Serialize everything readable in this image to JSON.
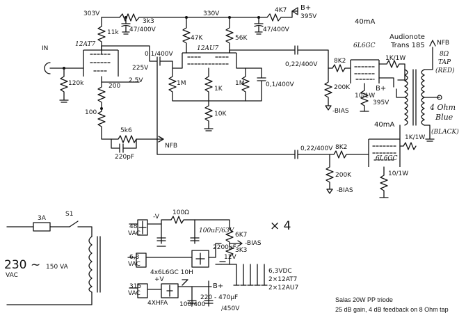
{
  "labels": {
    "v303": "303V",
    "r3k3": "3k3",
    "v330": "330V",
    "r4k7": "4K7",
    "bplus1": "B+",
    "v395a": "395V",
    "c47a": "47/400V",
    "c47b": "47/400V",
    "r11k": "11k",
    "t12at7": "12AT7",
    "r47k": "47K",
    "t12au7": "12AU7",
    "r56k": "56K",
    "ma40a": "40mA",
    "audionote": "Audionote",
    "trans185": "Trans 185",
    "nfb1": "NFB",
    "ohm8": "8Ω",
    "tap": "TAP",
    "red": "(RED)",
    "in": "IN",
    "c01": "0,1/400V",
    "v225": "225V",
    "c022a": "0,22/400V",
    "r8k2a": "8K2",
    "t6l6gca": "6L6GC",
    "r1k1w": "1K/1W",
    "r120k": "120k",
    "r200": "200",
    "v25": "2.5V",
    "r1ma": "1M",
    "r1k": "1K",
    "r1mb": "1M",
    "c01b": "0,1/400V",
    "r200ka": "200K",
    "r10w": "10/1W",
    "bplus2": "B+",
    "v395b": "395V",
    "ohm4": "4 Ohm",
    "blue": "Blue",
    "bias1": "-BIAS",
    "r100": "100",
    "r10k": "10K",
    "ma40b": "40mA",
    "r5k6": "5k6",
    "nfb2": "NFB",
    "c220": "220pF",
    "black": "(BLACK)",
    "c022b": "0,22/400V",
    "r8k2b": "8K2",
    "r1k1wb": "1K/1W",
    "t6l6gcb": "6L6GC",
    "r200kb": "200K",
    "r10wb": "10/1W",
    "bias2": "-BIAS",
    "fuse": "3A",
    "switch": "S1",
    "vac": "230",
    "vac2": "VAC",
    "tilde": "∼",
    "va": "150 VA",
    "v48": "48",
    "vac48": "VAC",
    "negv": "-V",
    "r100ohm": "100Ω",
    "c100uf": "100uF/63V",
    "r6k7": "6K7",
    "x4": "× 4",
    "bias3": "-BIAS",
    "r3k3b": "3K3",
    "c2200": "2200µF",
    "v12": "12V",
    "v63a": "6,3",
    "vac63": "VAC",
    "heater1": "4x6L6GC 10H",
    "v63dc": "6,3VDC",
    "heater2": "2×12AT7",
    "heater3": "2×12AU7",
    "posv": "+V",
    "v315": "315",
    "vac315": "VAC",
    "bplus3": "B+",
    "diodes": "4XHFA",
    "c100400": "100/400",
    "c220470": "220 - 470µF",
    "v450": "/450V",
    "caption1": "Salas 20W PP triode",
    "caption2": "25 dB gain, 4 dB feedback on 8 Ohm tap"
  }
}
